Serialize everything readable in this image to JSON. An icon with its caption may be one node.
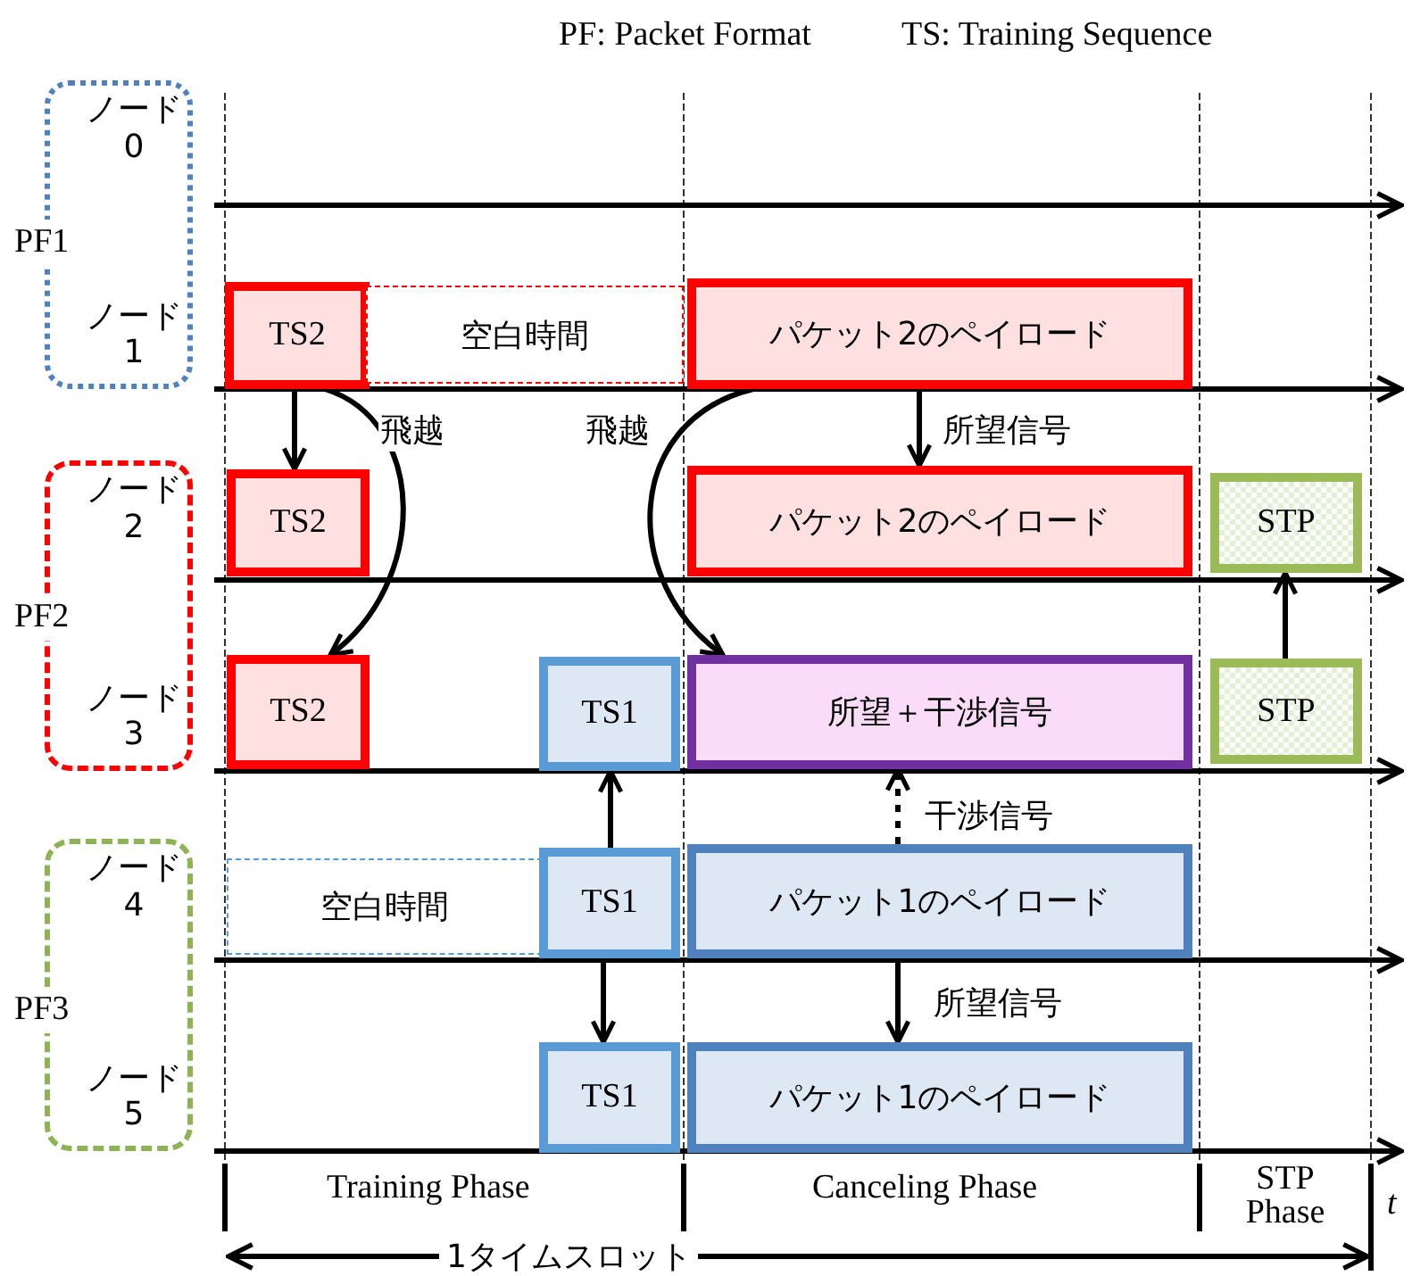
{
  "diagram": {
    "nodes": [
      {
        "text": [
          "PF1",
          "ノード 0",
          "ノード 1"
        ]
      },
      {
        "text": [
          "PF2",
          "ノード 2",
          "ノード 3"
        ]
      },
      {
        "text": [
          "PF3",
          "ノード 4",
          "ノード 5"
        ]
      },
      {
        "text": [
          "TS2"
        ]
      },
      {
        "text": [
          "空白時間"
        ]
      },
      {
        "text": [
          "パケット2のペイロード"
        ]
      },
      {
        "text": [
          "TS2"
        ]
      },
      {
        "text": [
          "パケット2のペイロード"
        ]
      },
      {
        "text": [
          "STP"
        ]
      },
      {
        "text": [
          "TS2"
        ]
      },
      {
        "text": [
          "TS1"
        ]
      },
      {
        "text": [
          "所望＋干渉信号"
        ]
      },
      {
        "text": [
          "STP"
        ]
      },
      {
        "text": [
          "空白時間"
        ]
      },
      {
        "text": [
          "TS1"
        ]
      },
      {
        "text": [
          "パケット1のペイロード"
        ]
      },
      {
        "text": [
          "TS1"
        ]
      },
      {
        "text": [
          "パケット1のペイロード"
        ]
      }
    ],
    "edges": [
      {
        "from": 3,
        "to": 6,
        "arrow": "to"
      },
      {
        "from": 3,
        "to": 9,
        "arrow": "to",
        "label": "飛越"
      },
      {
        "from": 5,
        "to": 11,
        "arrow": "to",
        "label": "飛越"
      },
      {
        "from": 5,
        "to": 7,
        "arrow": "to",
        "label": "所望信号"
      },
      {
        "from": 12,
        "to": 8,
        "arrow": "to"
      },
      {
        "from": 14,
        "to": 10,
        "arrow": "to"
      },
      {
        "from": 14,
        "to": 16,
        "arrow": "to"
      },
      {
        "from": 15,
        "to": 11,
        "arrow": "to",
        "label": "干渉信号",
        "style": "dashed"
      },
      {
        "from": 15,
        "to": 17,
        "arrow": "to",
        "label": "所望信号"
      }
    ],
    "labels": [
      "PF: Packet Format",
      "TS: Training Sequence",
      "Training Phase",
      "Canceling Phase",
      "STP Phase",
      "t",
      "1タイムスロット"
    ]
  }
}
